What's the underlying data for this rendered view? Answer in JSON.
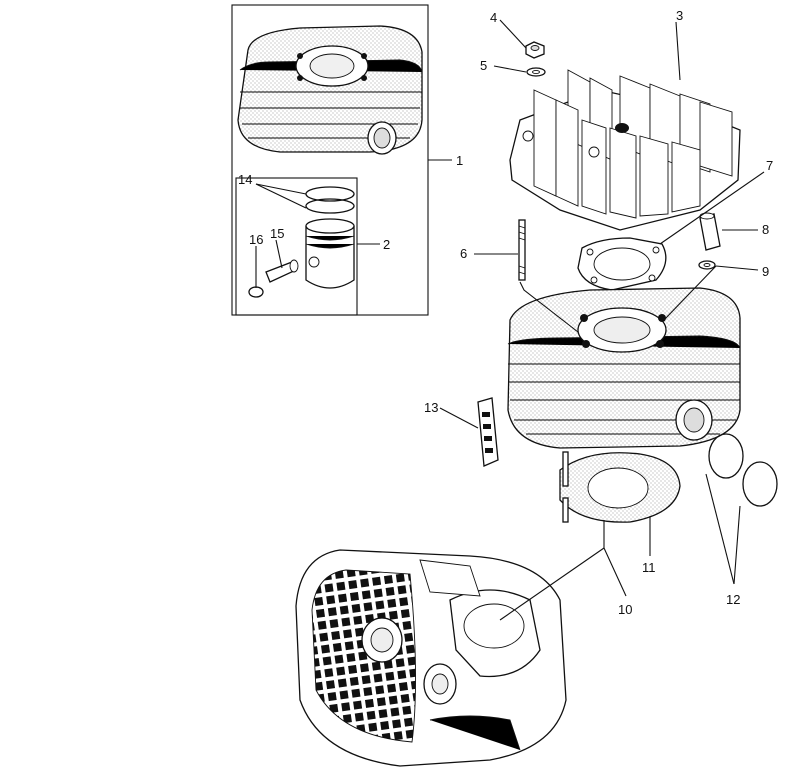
{
  "callouts": {
    "c1": "1",
    "c2": "2",
    "c3": "3",
    "c4": "4",
    "c5": "5",
    "c6": "6",
    "c7": "7",
    "c8": "8",
    "c9": "9",
    "c10": "10",
    "c11": "11",
    "c12": "12",
    "c13": "13",
    "c14": "14",
    "c15": "15",
    "c16": "16"
  },
  "colors": {
    "ink": "#111111",
    "stipple": "#d9d9d9",
    "paper": "#ffffff"
  }
}
